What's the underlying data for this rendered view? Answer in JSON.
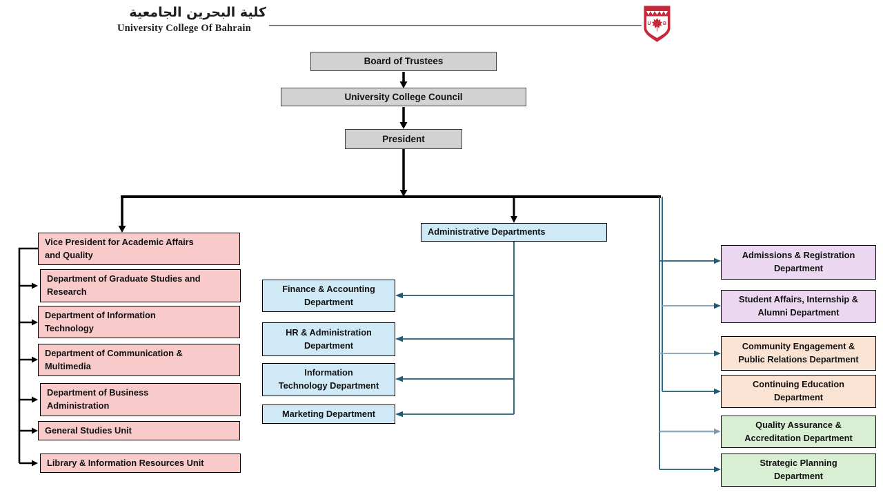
{
  "page": {
    "title": "University College of Bahrain Organizational Chart"
  },
  "header": {
    "logo_arabic": "كلية البحرين الجامعية",
    "logo_english": "University College Of Bahrain",
    "crest_icon": "ucb-shield-maple-leaf-crest",
    "crest_color": "#c8293a"
  },
  "governance_chain": {
    "board": "Board of Trustees",
    "council": "University College Council",
    "president": "President"
  },
  "academic_branch": {
    "head": "Vice President for Academic Affairs\nand Quality",
    "units": [
      "Department of Graduate Studies and\nResearch",
      "Department of Information\nTechnology",
      "Department of Communication &\nMultimedia",
      "Department of Business\nAdministration",
      "General Studies Unit",
      "Library & Information Resources Unit"
    ]
  },
  "administrative_branch": {
    "head": "Administrative Departments",
    "units": [
      "Finance & Accounting\nDepartment",
      "HR & Administration\nDepartment",
      "Information\nTechnology Department",
      "Marketing Department"
    ]
  },
  "support_branch": {
    "units": [
      "Admissions & Registration\nDepartment",
      "Student Affairs, Internship &\nAlumni Department",
      "Community Engagement &\nPublic Relations Department",
      "Continuing Education\nDepartment",
      "Quality Assurance &\nAccreditation Department",
      "Strategic Planning\nDepartment"
    ]
  },
  "colors": {
    "governance_fill": "#d2d2d2",
    "academic_fill": "#f8caca",
    "administrative_fill": "#cfe9f7",
    "student_services_fill": "#ecd7f0",
    "community_fill": "#fbe3d3",
    "quality_fill": "#d9efd3",
    "connector_black": "#000000",
    "connector_teal": "#1f5b75",
    "connector_light": "#8fa9ba",
    "divider_gray": "#7d7d7d"
  }
}
